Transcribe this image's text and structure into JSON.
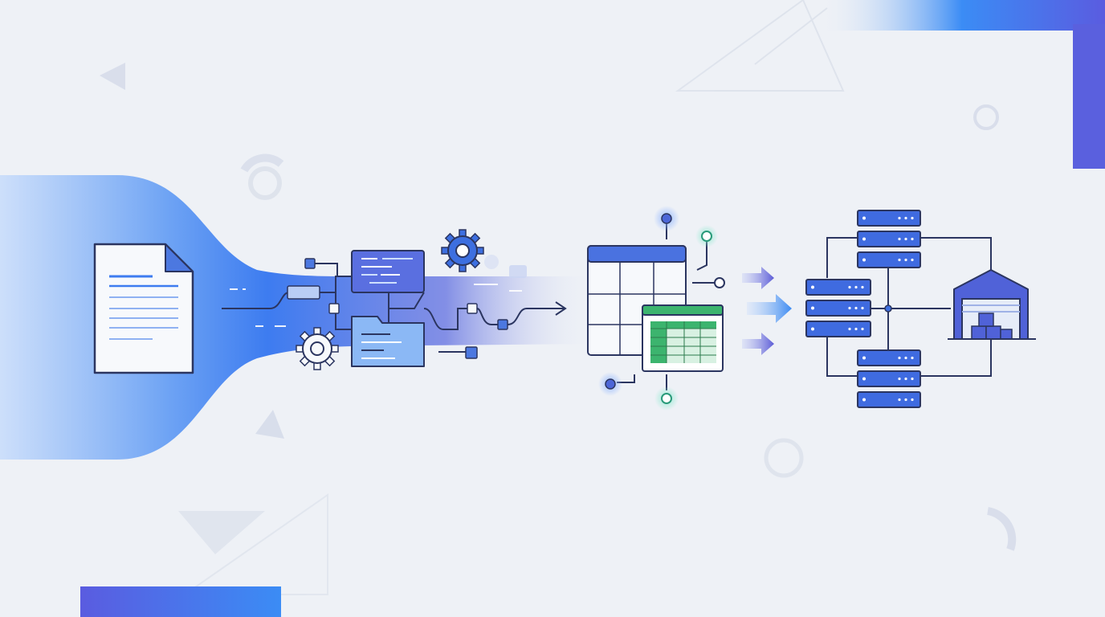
{
  "colors": {
    "background": "#eef1f6",
    "accent_blue": "#3d7cf0",
    "accent_indigo": "#5b5bd6",
    "outline": "#2b3560",
    "sheet_green": "#3cb46e",
    "teal_node": "#45c9a6",
    "light_fill": "#f7f9fc"
  },
  "icons": [
    "document-icon",
    "code-window-icon",
    "folder-icon",
    "gear-icon",
    "spreadsheet-icon",
    "server-rack-icon",
    "warehouse-icon",
    "arrow-right-icon"
  ],
  "diagram": {
    "stages": [
      "source-document",
      "etl-processing",
      "data-tables",
      "data-warehouse"
    ],
    "server_groups": [
      {
        "name": "top",
        "servers": 3
      },
      {
        "name": "middle",
        "servers": 3
      },
      {
        "name": "bottom",
        "servers": 3
      }
    ],
    "transfer_arrows": 3
  }
}
